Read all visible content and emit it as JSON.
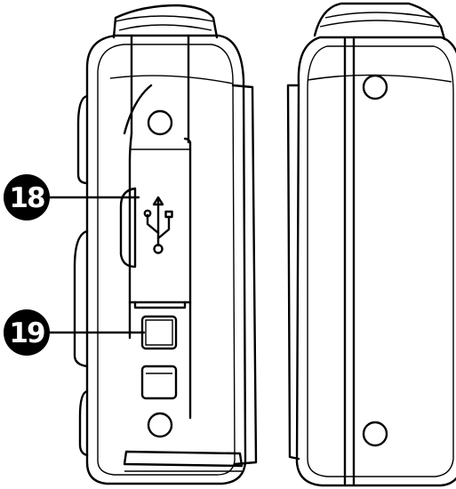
{
  "callouts": [
    {
      "number": "18",
      "points_to": "usb-port"
    },
    {
      "number": "19",
      "points_to": "strap-eyelet"
    }
  ],
  "icons": {
    "usb": "usb-icon"
  },
  "colors": {
    "line": "#000000",
    "background": "#ffffff"
  }
}
